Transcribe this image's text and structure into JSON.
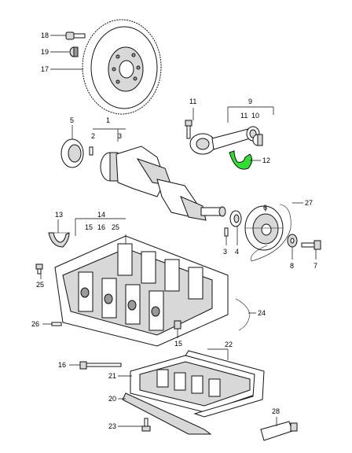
{
  "diagram": {
    "highlight_color": "#33dd33",
    "callouts": {
      "c18": "18",
      "c19": "19",
      "c17": "17",
      "c11": "11",
      "c9": "9",
      "c9_11": "11",
      "c10": "10",
      "c12": "12",
      "c5": "5",
      "c1": "1",
      "c2": "2",
      "c3": "3",
      "c13": "13",
      "c14": "14",
      "c15": "15",
      "c16": "16",
      "c25": "25",
      "c6": "6",
      "c27": "27",
      "c3b": "3",
      "c4": "4",
      "c8": "8",
      "c7": "7",
      "c25b": "25",
      "c24": "24",
      "c26": "26",
      "c15b": "15",
      "c22": "22",
      "c16b": "16",
      "c21": "21",
      "c20": "20",
      "c23": "23",
      "c28": "28"
    }
  }
}
